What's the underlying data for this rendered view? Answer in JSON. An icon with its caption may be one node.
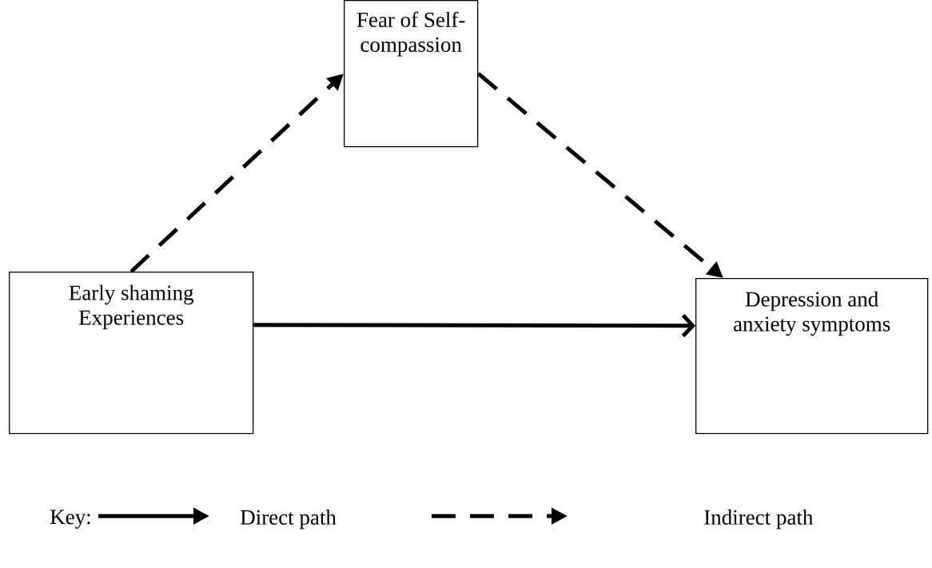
{
  "diagram": {
    "nodes": [
      {
        "text": [
          "Fear of Self-compassion"
        ]
      },
      {
        "text": [
          "Early shaming Experiences"
        ]
      },
      {
        "text": [
          "Depression and anxiety symptoms"
        ]
      }
    ],
    "edges": [
      {
        "from": 1,
        "to": 0,
        "arrow": "to",
        "style": "dashed"
      },
      {
        "from": 0,
        "to": 2,
        "arrow": "to",
        "style": "dashed"
      },
      {
        "from": 1,
        "to": 2,
        "arrow": "to"
      }
    ],
    "labels": [
      "Key:"
    ],
    "legend": [
      {
        "text": "Direct path"
      },
      {
        "text": "Indirect path"
      }
    ]
  }
}
